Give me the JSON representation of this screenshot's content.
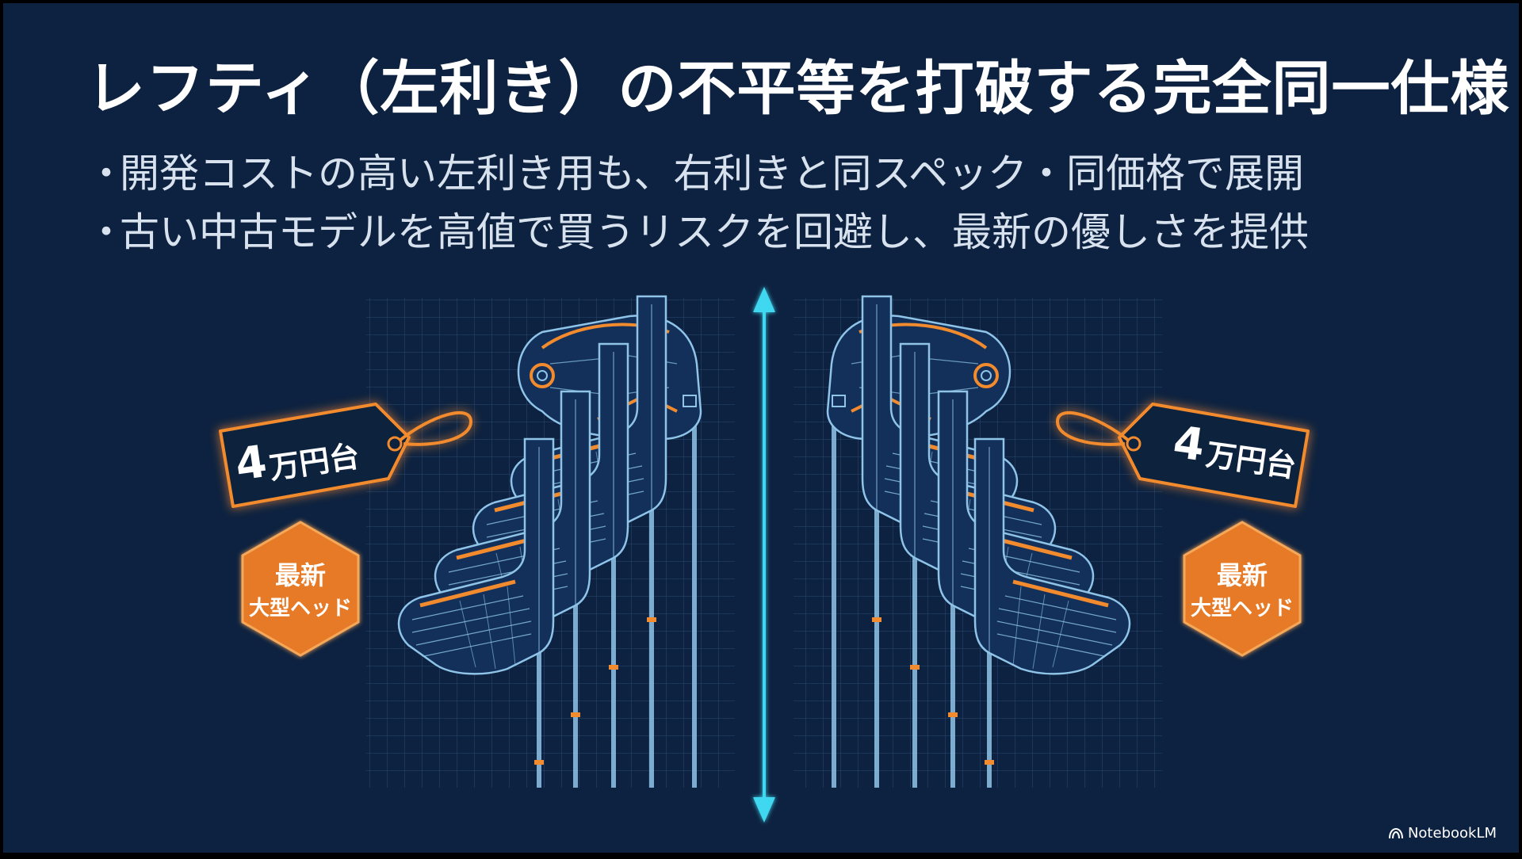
{
  "slide": {
    "title": "レフティ（左利き）の不平等を打破する完全同一仕様",
    "bullets": [
      "開発コストの高い左利き用も、右利きと同スペック・同価格で展開",
      "古い中古モデルを高値で買うリスクを回避し、最新の優しさを提供"
    ],
    "bullet_marker": "・"
  },
  "left": {
    "price_number": "4",
    "price_suffix": "万円台",
    "badge_line1": "最新",
    "badge_line2": "大型ヘッド"
  },
  "right": {
    "price_number": "4",
    "price_suffix": "万円台",
    "badge_line1": "最新",
    "badge_line2": "大型ヘッド"
  },
  "brand": {
    "name": "NotebookLM",
    "icon": "notebooklm-logo-icon"
  },
  "colors": {
    "background": "#0d2240",
    "accent_orange": "#f28a2e",
    "wire_blue": "#8fc4e8",
    "mirror_line": "#3fd8f0"
  }
}
